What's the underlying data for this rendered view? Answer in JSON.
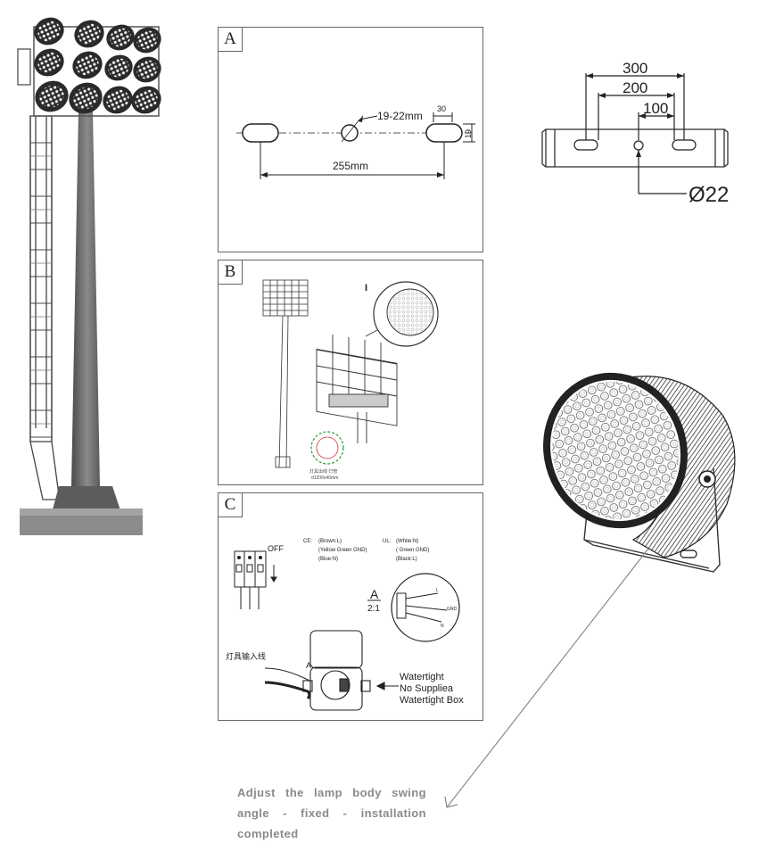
{
  "panels": {
    "a": {
      "label": "A",
      "hole_dia": "19-22mm",
      "slot_width": "30",
      "slot_height": "19",
      "spacing": "255mm"
    },
    "b": {
      "label": "B",
      "marker": "I",
      "circle_note_1": "灯具出线 灯管",
      "circle_note_2": "d1200x40mm"
    },
    "c": {
      "label": "C",
      "off_label": "OFF",
      "ce_label": "CE:",
      "ce_lines": [
        "(Brown:L)",
        "(Yellow Green GND)",
        "(Blue:N)"
      ],
      "ul_label": "UL:",
      "ul_lines": [
        "(White:N)",
        "( Green GND)",
        "(Black:L)"
      ],
      "detail_letter": "A",
      "detail_scale": "2:1",
      "wire_l": "L",
      "wire_gnd": "GND",
      "wire_n": "N",
      "input_wire": "灯具输入线",
      "box_letter": "A",
      "box_notes": [
        "Watertight",
        "No Suppliea",
        "Watertight Box"
      ]
    }
  },
  "bracket": {
    "dim_300": "300",
    "dim_200": "200",
    "dim_100": "100",
    "hole": "Ø22"
  },
  "caption": "Adjust the lamp body swing angle - fixed - installation completed"
}
